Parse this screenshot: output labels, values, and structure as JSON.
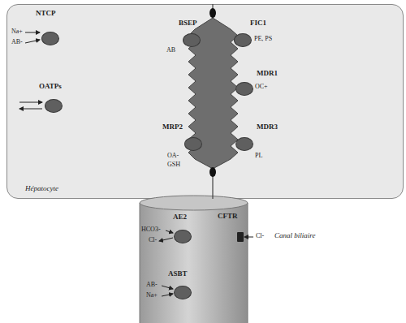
{
  "diagram": {
    "nodes": [
      {
        "text": [
          "Hépatocyte"
        ]
      },
      {
        "text": [
          "NTCP"
        ],
        "in": 0
      },
      {
        "text": [
          "OATPs"
        ],
        "in": 0
      },
      {
        "text": [
          "BSEP"
        ],
        "in": 0
      },
      {
        "text": [
          "FIC1"
        ],
        "in": 0
      },
      {
        "text": [
          "MDR1"
        ],
        "in": 0
      },
      {
        "text": [
          "MRP2"
        ],
        "in": 0
      },
      {
        "text": [
          "MDR3"
        ],
        "in": 0
      },
      {
        "text": [
          "Canal biliaire"
        ]
      },
      {
        "text": [
          "AE2"
        ],
        "in": 8
      },
      {
        "text": [
          "CFTR"
        ],
        "in": 8
      },
      {
        "text": [
          "ASBT"
        ],
        "in": 8
      }
    ],
    "edges": [],
    "labels": [
      "Na+",
      "AB-",
      "AB",
      "PE, PS",
      "OC+",
      "OA-",
      "GSH",
      "PL",
      "HCO3-",
      "Cl-",
      "Cl-",
      "AB-",
      "Na+"
    ]
  }
}
